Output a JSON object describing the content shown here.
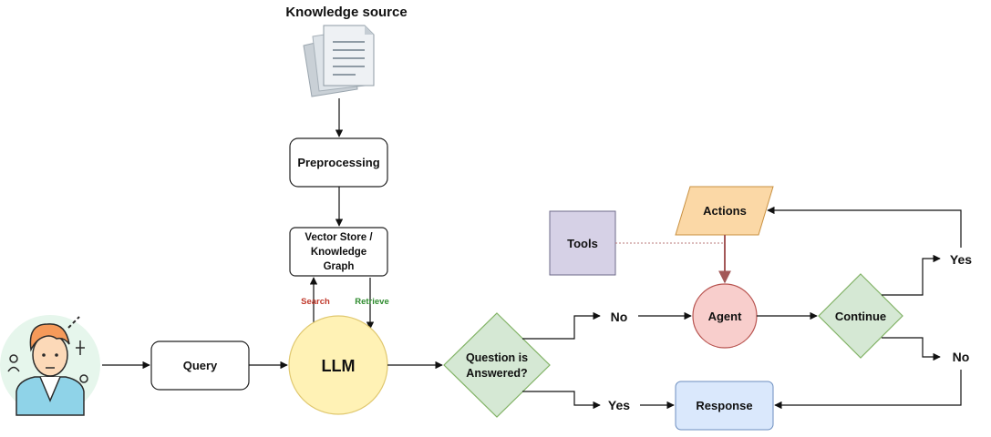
{
  "diagram": {
    "knowledge_source_label": "Knowledge source",
    "preprocessing_label": "Preprocessing",
    "vector_store_lines": [
      "Vector Store /",
      "Knowledge",
      "Graph"
    ],
    "search_label": "Search",
    "retrieve_label": "Retrieve",
    "query_label": "Query",
    "llm_label": "LLM",
    "question_lines": [
      "Question is",
      "Answered?"
    ],
    "no_label_1": "No",
    "yes_label_1": "Yes",
    "tools_label": "Tools",
    "actions_label": "Actions",
    "agent_label": "Agent",
    "continue_label": "Continue",
    "yes_label_2": "Yes",
    "no_label_2": "No",
    "response_label": "Response"
  },
  "icons": {
    "documents": "documents-icon",
    "user": "user-avatar-icon"
  },
  "colors": {
    "tools_fill": "#d6d1e6",
    "actions_fill": "#fbd8a6",
    "agent_fill": "#f8cecc",
    "continue_fill": "#d5e8d4",
    "question_fill": "#d5e8d4",
    "llm_fill": "#fff2b5",
    "response_fill": "#dae8fc",
    "search_text": "#c0392b",
    "retrieve_text": "#2e8b2e",
    "agent_arrow": "#a35858"
  }
}
